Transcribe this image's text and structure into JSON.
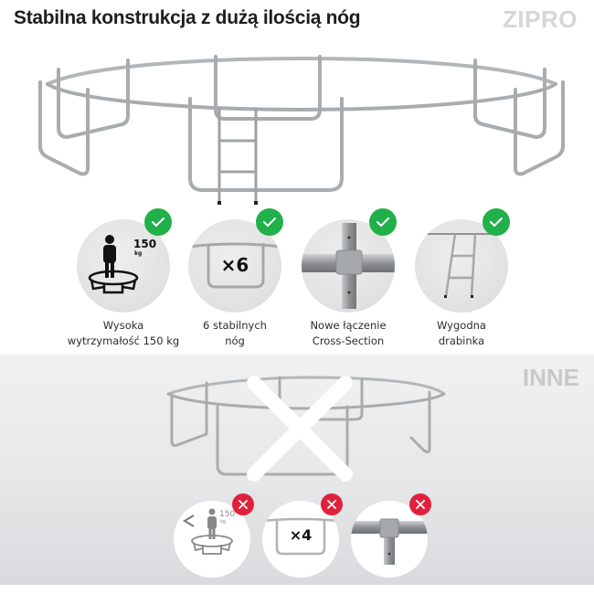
{
  "header": {
    "title": "Stabilna konstrukcja z dużą ilością nóg",
    "logo": "ZIPRO"
  },
  "features": [
    {
      "icon": "person-on-trampoline-icon",
      "weight": "150",
      "unit": "kg",
      "caption_line1": "Wysoka",
      "caption_line2": "wytrzymałość 150 kg",
      "status": "check"
    },
    {
      "icon": "trampoline-leg-icon",
      "multiplier": "×6",
      "caption_line1": "6 stabilnych",
      "caption_line2": "nóg",
      "status": "check"
    },
    {
      "icon": "cross-joint-icon",
      "caption_line1": "Nowe łączenie",
      "caption_line2": "Cross-Section",
      "status": "check"
    },
    {
      "icon": "ladder-icon",
      "caption_line1": "Wygodna",
      "caption_line2": "drabinka",
      "status": "check"
    }
  ],
  "comparison": {
    "label": "INNE",
    "items": [
      {
        "icon": "less-than-weight-icon",
        "prefix": "<",
        "weight": "150",
        "unit": "kg",
        "status": "cross"
      },
      {
        "icon": "trampoline-leg-icon",
        "multiplier": "×4",
        "status": "cross"
      },
      {
        "icon": "t-joint-icon",
        "status": "cross"
      }
    ]
  },
  "colors": {
    "check": "#22b04a",
    "cross": "#e0213d",
    "title": "#1e1e1e",
    "logo": "#d6d6d6"
  }
}
